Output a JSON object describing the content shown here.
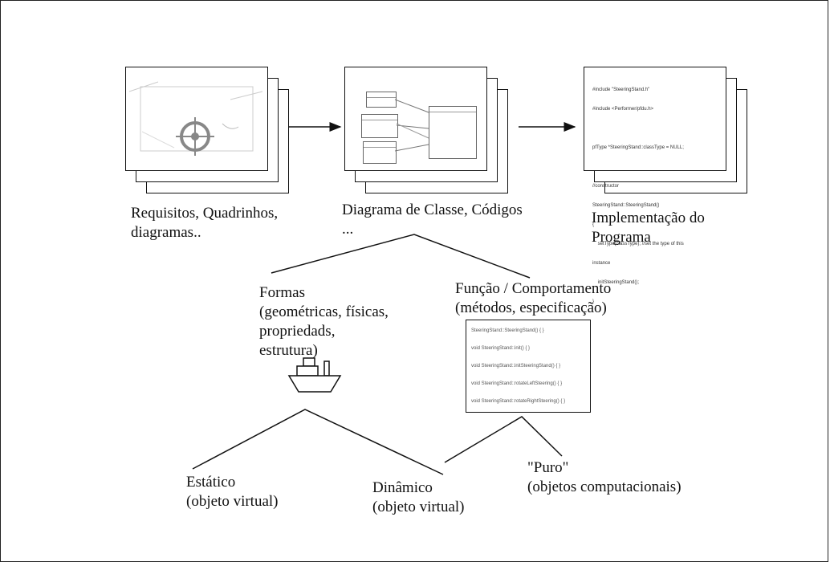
{
  "stages": [
    {
      "caption": "Requisitos, Quadrinhos,\ndiagramas.."
    },
    {
      "caption": "Diagrama de Classe, Códigos\n..."
    },
    {
      "caption": "Implementação do\nPrograma",
      "code_lines": [
        "#include \"SteeringStand.h\"",
        "#include <Performer/pfdu.h>",
        "",
        "pfType *SteeringStand::classType = NULL;",
        "",
        "//constructor",
        "SteeringStand::SteeringStand()",
        "{",
        "    setType(classType); //set the type of this",
        "instance",
        "    initSteeringStand();",
        "}"
      ]
    }
  ],
  "branches": {
    "forms": {
      "caption": "Formas\n(geométricas, físicas,\npropriedads,\nestrutura)"
    },
    "function": {
      "caption": "Função / Comportamento\n(métodos, especificação)"
    }
  },
  "methods": [
    "SteeringStand::SteeringStand() { }",
    "void SteeringStand::init() { }",
    "void SteeringStand::initSteeringStand() { }",
    "void SteeringStand::rotateLeftSteering() { }",
    "void SteeringStand::rotateRightSteering() { }"
  ],
  "leaves": {
    "static": {
      "caption": "Estático\n(objeto virtual)"
    },
    "dynamic": {
      "caption": "Dinâmico\n(objeto virtual)"
    },
    "pure": {
      "caption": "\"Puro\"\n(objetos computacionais)"
    }
  }
}
